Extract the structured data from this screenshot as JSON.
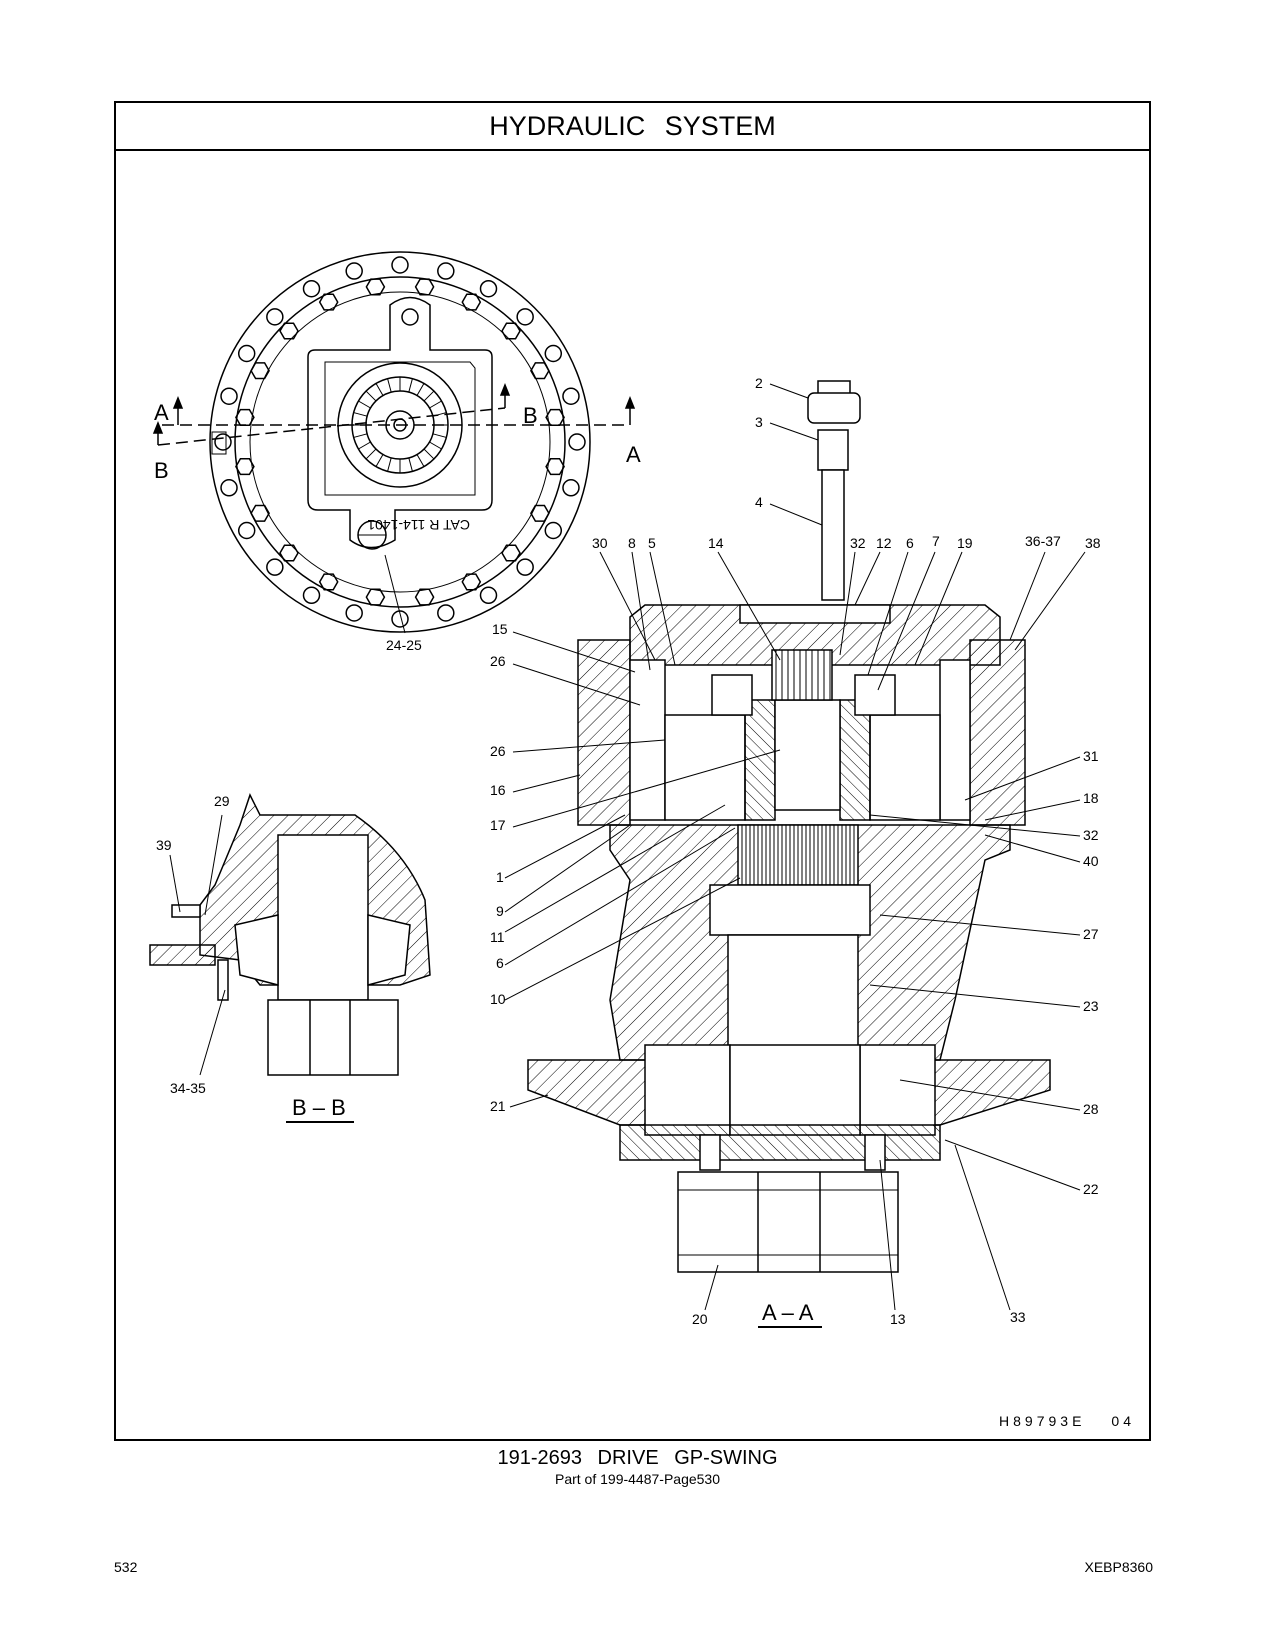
{
  "header": {
    "title": "HYDRAULIC   SYSTEM"
  },
  "drawing": {
    "code": "H89793E",
    "sheet": "04"
  },
  "caption": {
    "title": "191-2693   DRIVE  GP-SWING",
    "subtitle": "Part of 199-4487-Page530"
  },
  "footer": {
    "page_number": "532",
    "document_code": "XEBP8360"
  },
  "sections": {
    "top_view_markers": [
      "A",
      "A",
      "B",
      "B"
    ],
    "front_section": "A – A",
    "side_section": "B – B"
  },
  "stamp_text": "CAT R 114-1401",
  "callouts": {
    "c2": "2",
    "c3": "3",
    "c4": "4",
    "c30": "30",
    "c8": "8",
    "c5": "5",
    "c14": "14",
    "c32a": "32",
    "c12": "12",
    "c6a": "6",
    "c7": "7",
    "c19": "19",
    "c36_37": "36-37",
    "c38": "38",
    "c15": "15",
    "c26a": "26",
    "c26b": "26",
    "c16": "16",
    "c17": "17",
    "c1": "1",
    "c9": "9",
    "c11": "11",
    "c6b": "6",
    "c10": "10",
    "c31": "31",
    "c18": "18",
    "c32b": "32",
    "c40": "40",
    "c27": "27",
    "c23": "23",
    "c28": "28",
    "c22": "22",
    "c21": "21",
    "c20": "20",
    "c13": "13",
    "c33": "33",
    "c24_25": "24-25",
    "c29": "29",
    "c39": "39",
    "c34_35": "34-35"
  }
}
